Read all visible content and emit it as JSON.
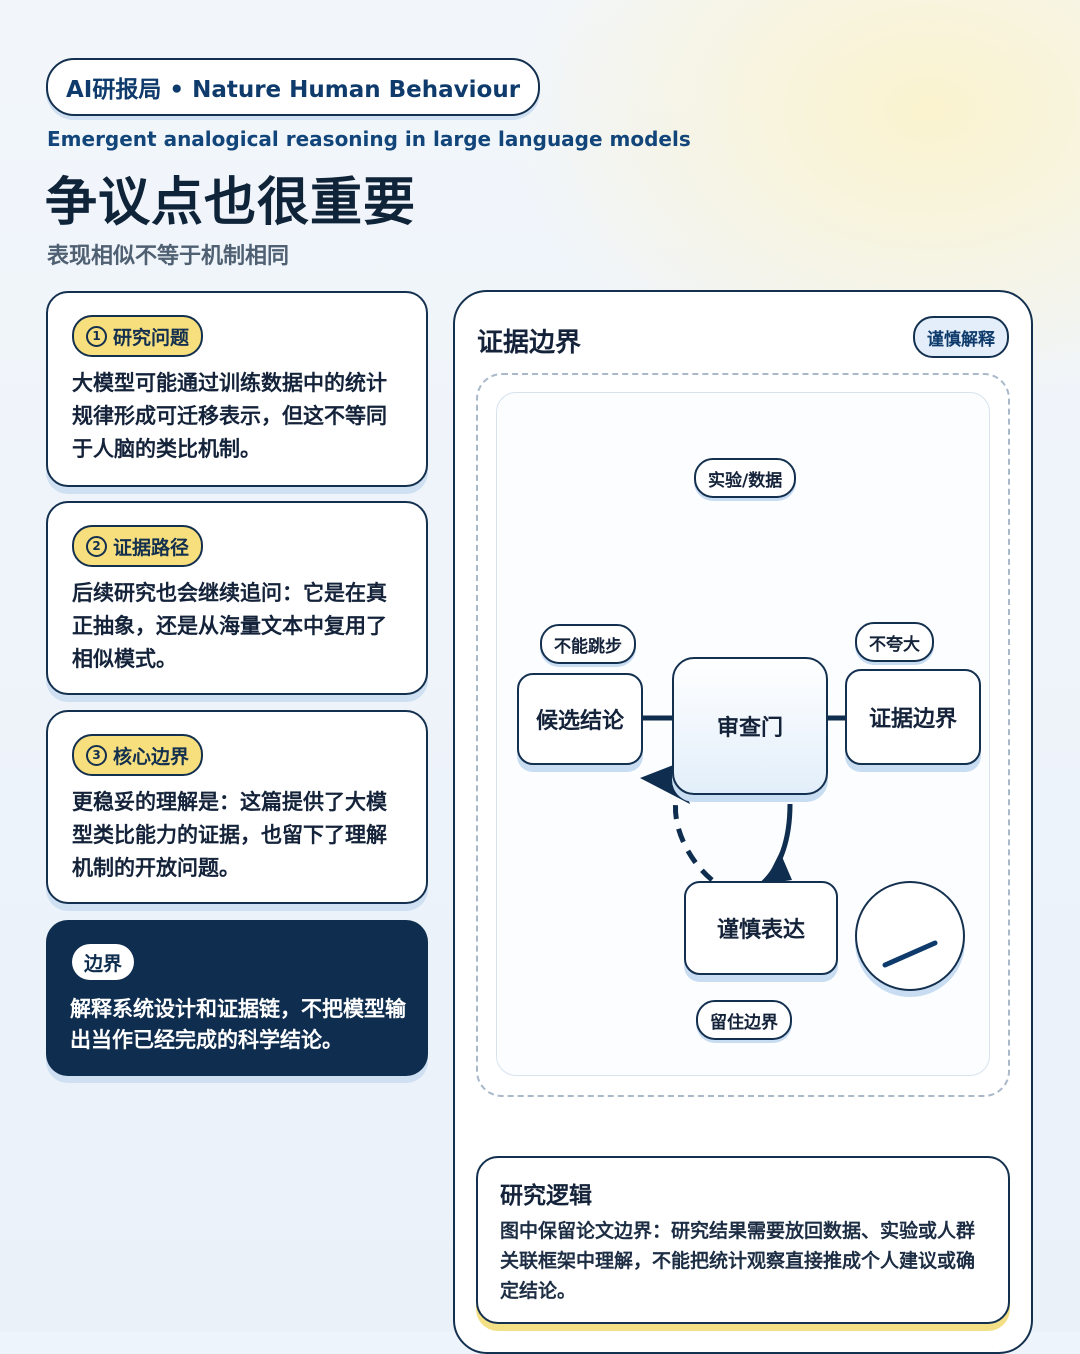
{
  "header": {
    "source": "AI研报局 • Nature Human Behaviour",
    "paper_title": "Emergent analogical reasoning in large language models",
    "headline": "争议点也很重要",
    "tagline": "表现相似不等于机制相同"
  },
  "cards": [
    {
      "num": "1",
      "label": "研究问题",
      "text": "大模型可能通过训练数据中的统计规律形成可迁移表示，但这不等同于人脑的类比机制。"
    },
    {
      "num": "2",
      "label": "证据路径",
      "text": "后续研究也会继续追问：它是在真正抽象，还是从海量文本中复用了相似模式。"
    },
    {
      "num": "3",
      "label": "核心边界",
      "text": "更稳妥的理解是：这篇提供了大模型类比能力的证据，也留下了理解机制的开放问题。"
    }
  ],
  "boundary_card": {
    "label": "边界",
    "text": "解释系统设计和证据链，不把模型输出当作已经完成的科学结论。"
  },
  "panel": {
    "title": "证据边界",
    "tag": "谨慎解释",
    "nodes": {
      "left": "候选结论",
      "center": "审查门",
      "right": "证据边界",
      "bottom": "谨慎表达"
    },
    "chips": {
      "top": "实验/数据",
      "left": "不能跳步",
      "right": "不夸大",
      "bottom": "留住边界"
    },
    "logic": {
      "title": "研究逻辑",
      "text": "图中保留论文边界：研究结果需要放回数据、实验或人群关联框架中理解，不能把统计观察直接推成个人建议或确定结论。"
    }
  },
  "colors": {
    "navy": "#14304f",
    "dark_card": "#0f2d4e",
    "badge_yellow": "#f7df7e",
    "accent_blue": "#0e3b6b"
  }
}
